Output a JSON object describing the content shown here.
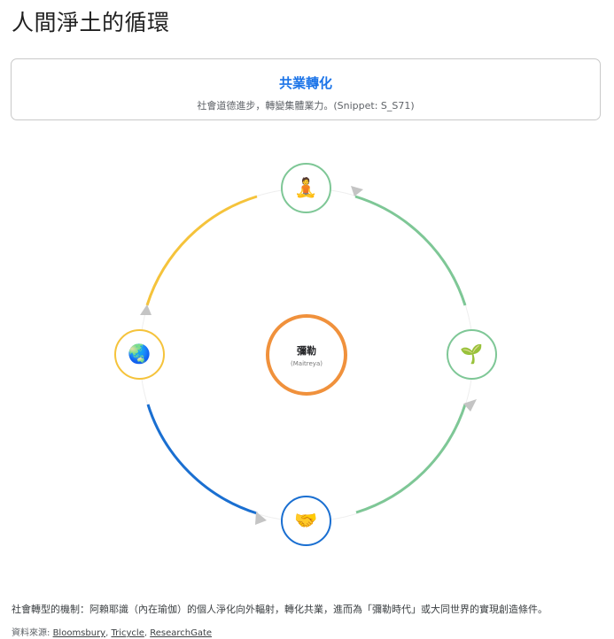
{
  "page": {
    "title": "人間淨土的循環"
  },
  "card": {
    "title": "共業轉化",
    "description": "社會道德進步，轉變集體業力。(Snippet: S_S71)"
  },
  "diagram": {
    "center": {
      "label": "彌勒",
      "sublabel": "(Maitreya)",
      "color": "#f0913c"
    },
    "nodes": [
      {
        "position": "top",
        "icon": "🧘",
        "icon_name": "meditating-person-icon",
        "color": "#7ec796"
      },
      {
        "position": "right",
        "icon": "🌱",
        "icon_name": "seedling-icon",
        "color": "#7ec796"
      },
      {
        "position": "bottom",
        "icon": "🤝",
        "icon_name": "handshake-icon",
        "color": "#1a6fd1"
      },
      {
        "position": "left",
        "icon": "🌏",
        "icon_name": "globe-asia-icon",
        "color": "#f5c33b"
      }
    ],
    "arcs": [
      {
        "from": "right",
        "to": "top",
        "color": "#7ec796"
      },
      {
        "from": "bottom",
        "to": "right",
        "color": "#7ec796"
      },
      {
        "from": "left",
        "to": "bottom",
        "color": "#1a6fd1"
      },
      {
        "from": "top",
        "to": "left",
        "color": "#f5c33b"
      }
    ],
    "arrow_color": "#c4c4c4",
    "track_color": "#eeeeee"
  },
  "footer": {
    "description": "社會轉型的機制：阿賴耶識（內在瑜伽）的個人淨化向外輻射，轉化共業，進而為「彌勒時代」或大同世界的實現創造條件。",
    "sources_label": "資料來源: ",
    "sources": [
      "Bloomsbury",
      "Tricycle",
      "ResearchGate"
    ]
  }
}
